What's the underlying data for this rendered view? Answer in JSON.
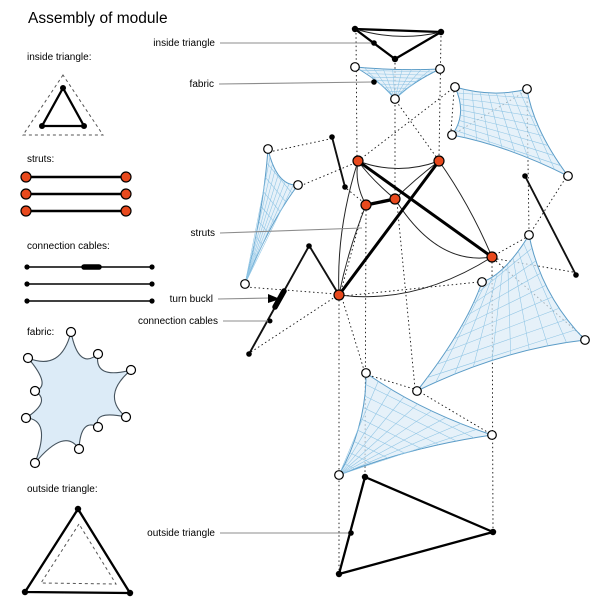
{
  "title": "Assembly of module",
  "colors": {
    "strut_node_red": "#e8491d",
    "fabric_fill": "#dcebf7",
    "fabric_edge": "#5b9cc7",
    "mesh_line": "#8ec4e4",
    "leader_gray": "#8c8c8c",
    "ink": "#111111"
  },
  "legend": {
    "inside_triangle": "inside triangle:",
    "struts": "struts:",
    "connection_cables": "connection cables:",
    "fabric": "fabric:",
    "outside_triangle": "outside triangle:"
  },
  "callouts": {
    "inside_triangle": "inside triangle",
    "fabric": "fabric",
    "struts": "struts",
    "turn_buckle": "turn buckl",
    "connection_cables": "connection cables",
    "outside_triangle": "outside triangle"
  }
}
